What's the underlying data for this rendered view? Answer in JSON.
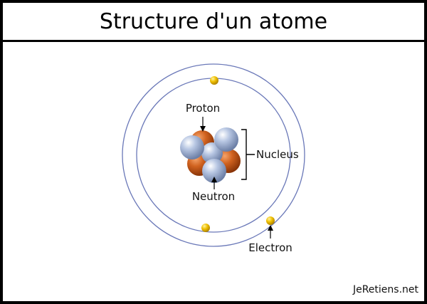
{
  "title": "Structure d'un atome",
  "labels": {
    "proton": "Proton",
    "neutron": "Neutron",
    "nucleus": "Nucleus",
    "electron": "Electron"
  },
  "watermark": "JeRetiens.net",
  "colors": {
    "orbit": "#6a78b8",
    "electron": "#e8b400",
    "proton": "#c8561a",
    "neutron": "#aebedc"
  }
}
